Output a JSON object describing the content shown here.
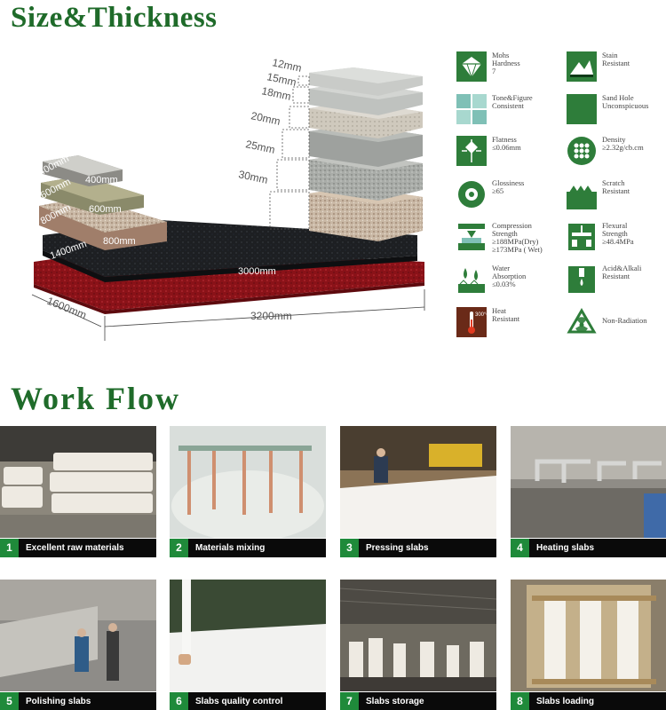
{
  "headings": {
    "size_thickness": "Size&Thickness",
    "work_flow": "Work Flow"
  },
  "diagram": {
    "thickness_labels": [
      "12mm",
      "15mm",
      "18mm",
      "20mm",
      "25mm",
      "30mm"
    ],
    "left_block_labels": [
      "400mm",
      "600mm",
      "800mm",
      "1400mm"
    ],
    "left_block_faces": [
      "400mm",
      "600mm",
      "800mm"
    ],
    "slab_length_face": "3000mm",
    "slab_width": "1600mm",
    "slab_length": "3200mm"
  },
  "features": [
    {
      "icon": "diamond-icon",
      "lines": "Mohs\nHardness\n7"
    },
    {
      "icon": "stain-icon",
      "lines": "Stain\nResistant"
    },
    {
      "icon": "tone-figure-icon",
      "lines": "Tone&Figure\nConsistent"
    },
    {
      "icon": "sand-hole-icon",
      "lines": "Sand Hole\nUnconspicuous"
    },
    {
      "icon": "flatness-icon",
      "lines": "Flatness\n≤0.06mm"
    },
    {
      "icon": "density-icon",
      "lines": "Density\n≥2.32g/cb.cm"
    },
    {
      "icon": "glossiness-icon",
      "lines": "Glossiness\n≥65"
    },
    {
      "icon": "scratch-icon",
      "lines": "Scratch\nResistant"
    },
    {
      "icon": "compression-icon",
      "lines": "Compression\nStrength\n≥188MPa(Dry)\n≥173MPa ( Wet)"
    },
    {
      "icon": "flexural-icon",
      "lines": "Flexural\nStrength\n≥48.4MPa"
    },
    {
      "icon": "water-drop-icon",
      "lines": "Water\nAbsorption\n≤0.03%"
    },
    {
      "icon": "acid-alkali-icon",
      "lines": "Acid&Alkali\nResistant"
    },
    {
      "icon": "thermometer-icon",
      "lines": "Heat\nResistant",
      "icon_text": "300°C"
    },
    {
      "icon": "radiation-icon",
      "lines": "Non-Radiation"
    }
  ],
  "workflow": [
    {
      "num": "1",
      "caption": "Excellent raw materials"
    },
    {
      "num": "2",
      "caption": "Materials mixing"
    },
    {
      "num": "3",
      "caption": "Pressing slabs"
    },
    {
      "num": "4",
      "caption": "Heating slabs"
    },
    {
      "num": "5",
      "caption": "Polishing slabs"
    },
    {
      "num": "6",
      "caption": "Slabs quality control"
    },
    {
      "num": "7",
      "caption": "Slabs  storage"
    },
    {
      "num": "8",
      "caption": "Slabs loading"
    }
  ],
  "colors": {
    "heading": "#1f6b2a",
    "icon_green": "#2e7d3a",
    "step_badge": "#1f8a3a",
    "caption_bar": "#0a0a0a"
  }
}
